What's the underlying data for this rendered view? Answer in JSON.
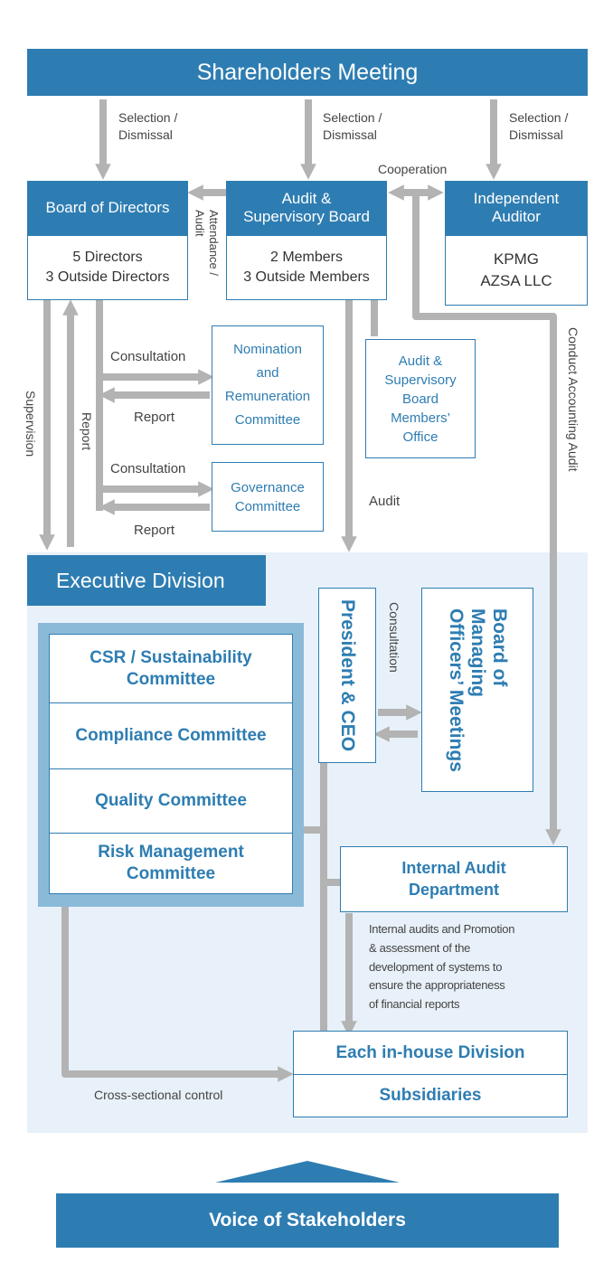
{
  "top_bar": "Shareholders Meeting",
  "selection_labels": [
    "Selection /\nDismissal",
    "Selection /\nDismissal",
    "Selection /\nDismissal"
  ],
  "cooperation": "Cooperation",
  "board_of_directors": {
    "title": "Board of Directors",
    "body": "5 Directors\n3 Outside Directors"
  },
  "audit_board": {
    "title": "Audit &\nSupervisory Board",
    "body": "2 Members\n3 Outside Members"
  },
  "independent_auditor": {
    "title": "Independent\nAuditor",
    "body": "KPMG\nAZSA LLC"
  },
  "attendance_audit": "Attendance /\nAudit",
  "conduct_accounting_audit": "Conduct Accounting Audit",
  "supervision": "Supervision",
  "report_vertical": "Report",
  "consultation_1": "Consultation",
  "report_1": "Report",
  "consultation_2": "Consultation",
  "report_2": "Report",
  "nomination_committee": "Nomination\nand\nRemuneration\nCommittee",
  "governance_committee": "Governance\nCommittee",
  "audit_board_office": "Audit &\nSupervisory\nBoard\nMembers’\nOffice",
  "audit_label": "Audit",
  "executive_division": "Executive Division",
  "committees": [
    "CSR / Sustainability\nCommittee",
    "Compliance Committee",
    "Quality Committee",
    "Risk Management\nCommittee"
  ],
  "president": "President & CEO",
  "consultation_exec": "Consultation",
  "managing_officers": "Board of\nManaging\nOfficers’ Meetings",
  "internal_audit": "Internal  Audit\nDepartment",
  "internal_audit_note": "Internal audits and Promotion\n& assessment of the\ndevelopment of systems to\nensure the appropriateness\nof financial reports",
  "in_house": "Each in-house Division",
  "subsidiaries": "Subsidiaries",
  "cross_sectional": "Cross-sectional control",
  "stakeholders": "Voice of Stakeholders",
  "colors": {
    "primary": "#2e7db2",
    "arrow": "#b3b3b3",
    "panel": "#e8f1f9",
    "committee_frame": "#8bbad9"
  }
}
